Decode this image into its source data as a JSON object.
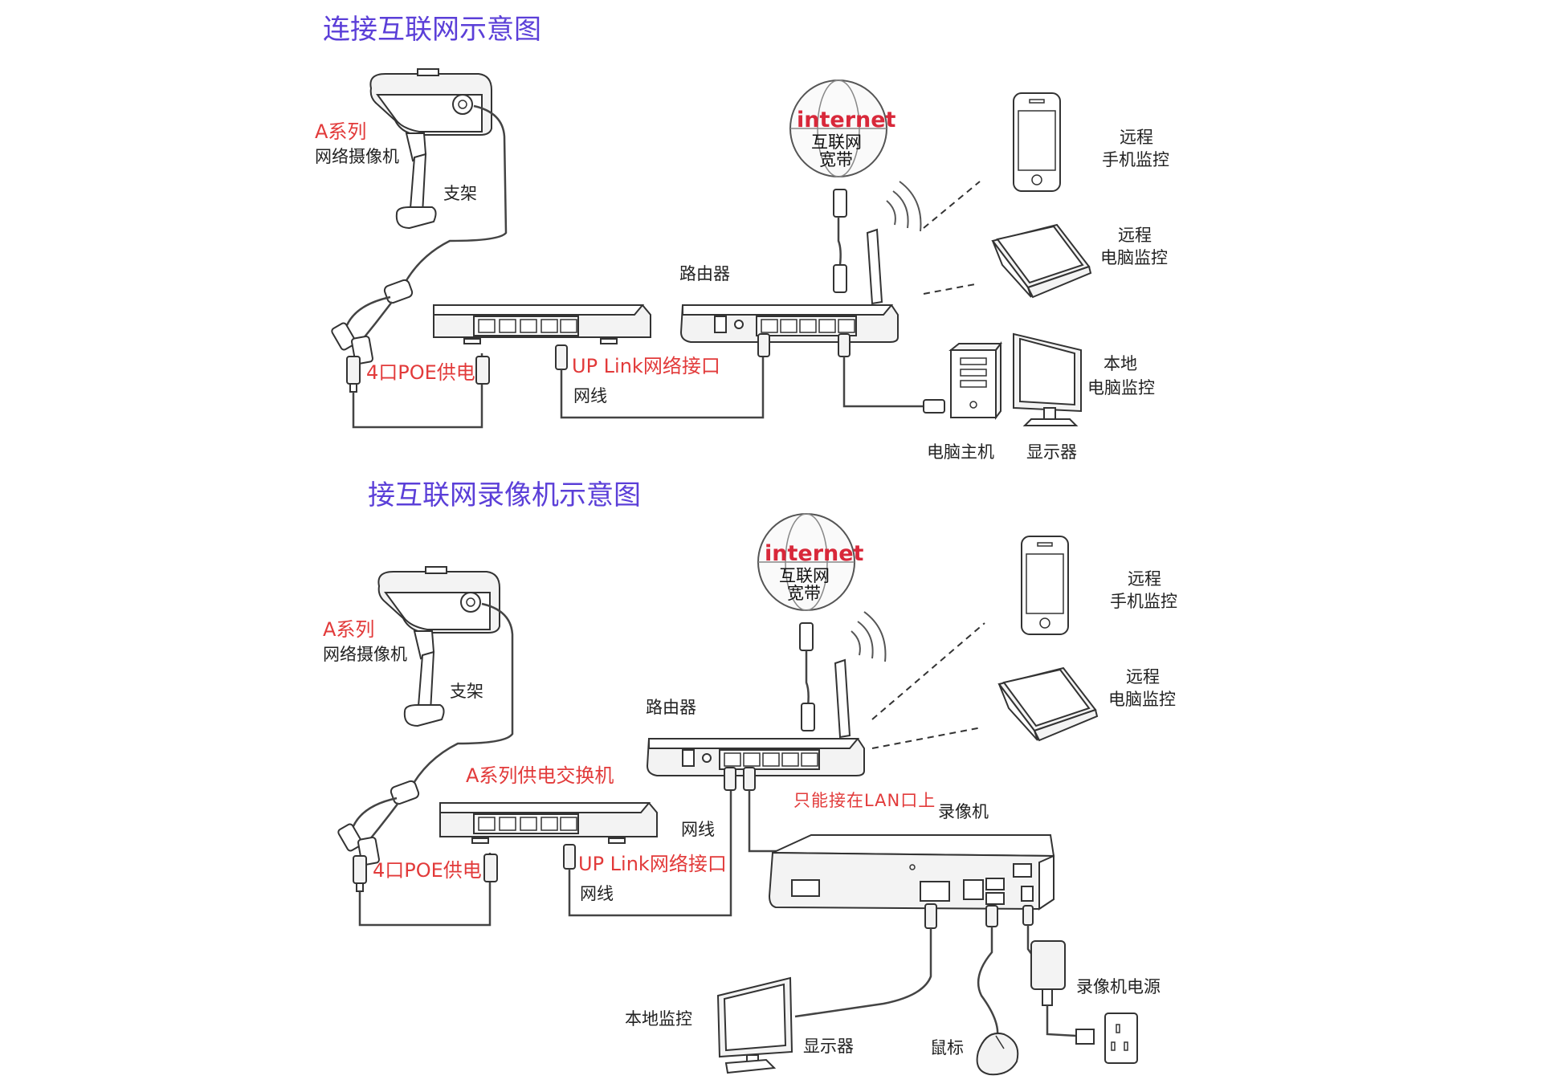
{
  "top": {
    "title": "连接互联网示意图",
    "camera_series": "A系列",
    "camera_name": "网络摄像机",
    "bracket": "支架",
    "router": "路由器",
    "internet_en": "internet",
    "internet_cn1": "互联网",
    "internet_cn2": "宽带",
    "remote_phone_1": "远程",
    "remote_phone_2": "手机监控",
    "remote_pc_1": "远程",
    "remote_pc_2": "电脑监控",
    "local_pc_1": "本地",
    "local_pc_2": "电脑监控",
    "poe": "4口POE供电",
    "uplink": "UP Link网络接口",
    "cable": "网线",
    "pc_host": "电脑主机",
    "monitor": "显示器"
  },
  "bottom": {
    "title": "接互联网录像机示意图",
    "camera_series": "A系列",
    "camera_name": "网络摄像机",
    "bracket": "支架",
    "router": "路由器",
    "internet_en": "internet",
    "internet_cn1": "互联网",
    "internet_cn2": "宽带",
    "remote_phone_1": "远程",
    "remote_phone_2": "手机监控",
    "remote_pc_1": "远程",
    "remote_pc_2": "电脑监控",
    "switch": "A系列供电交换机",
    "lan_only": "只能接在LAN口上",
    "nvr": "录像机",
    "cable_1": "网线",
    "cable_2": "网线",
    "uplink": "UP Link网络接口",
    "poe": "4口POE供电",
    "nvr_power": "录像机电源",
    "local_monitor": "本地监控",
    "monitor": "显示器",
    "mouse": "鼠标"
  }
}
